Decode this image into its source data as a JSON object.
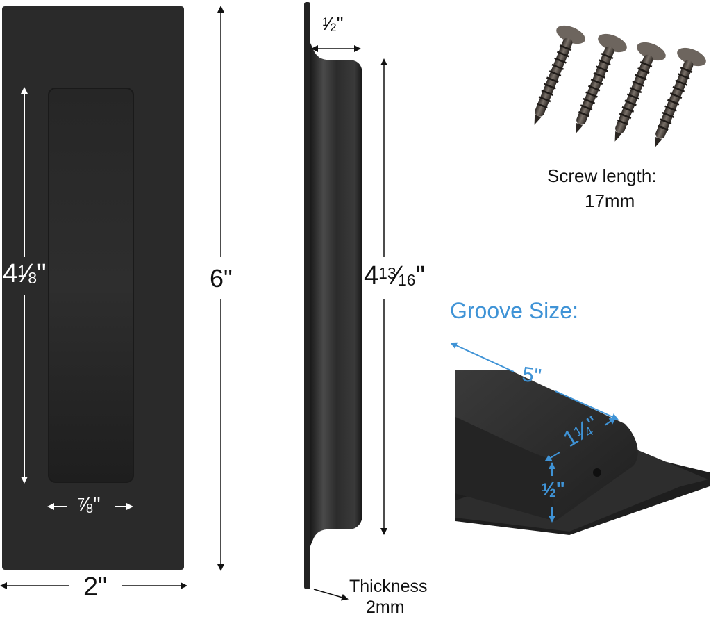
{
  "front_view": {
    "height_label": "6\"",
    "width_label": "2\"",
    "recess_height": {
      "whole": "4",
      "num": "1",
      "den": "8",
      "unit": "\""
    },
    "recess_width": {
      "whole": "",
      "num": "7",
      "den": "8",
      "unit": "\""
    }
  },
  "side_view": {
    "depth": {
      "whole": "",
      "num": "1",
      "den": "2",
      "unit": "\""
    },
    "cup_height": {
      "whole": "4",
      "num": "13",
      "den": "16",
      "unit": "\""
    },
    "thickness_label": "Thickness",
    "thickness_value": "2mm"
  },
  "screws": {
    "count": 4,
    "caption_line1": "Screw length:",
    "caption_line2": "17mm"
  },
  "groove": {
    "title": "Groove Size:",
    "length_label": "5\"",
    "width": {
      "whole": "1",
      "num": "1",
      "den": "4",
      "unit": "\""
    },
    "depth": {
      "whole": "",
      "num": "1",
      "den": "2",
      "unit": "\""
    }
  },
  "colors": {
    "product_black": "#2a2a2a",
    "annotation_blue": "#3f93d6",
    "label_black": "#111111"
  }
}
